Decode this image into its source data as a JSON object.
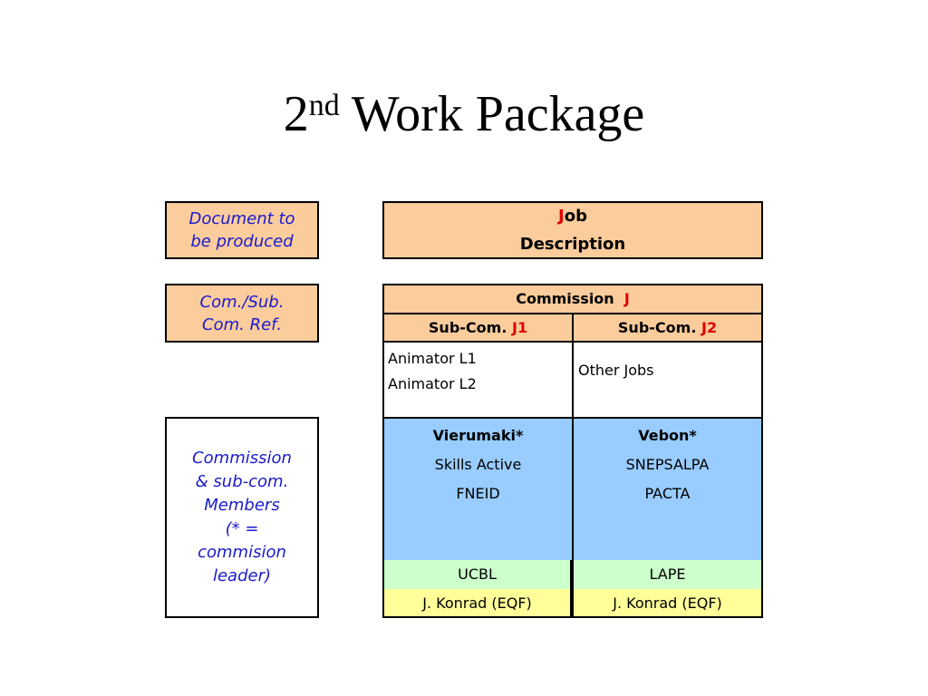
{
  "slide": {
    "title_number": "2",
    "title_sup": "nd",
    "title_rest": " Work Package"
  },
  "labels": {
    "document": "Document to\nbe produced",
    "comref": "Com./Sub.\nCom. Ref.",
    "members": "Commission\n& sub-com.\nMembers\n(* =\ncommision\nleader)"
  },
  "job": {
    "letter": "J",
    "rest": "ob",
    "line2": "Description"
  },
  "commission": {
    "label": "Commission",
    "code": "J"
  },
  "subcoms": [
    {
      "label": "Sub-Com.",
      "code": "J1",
      "jobs": [
        "Animator L1",
        "Animator L2"
      ],
      "leader": "Vierumaki*",
      "members": [
        "Skills Active",
        "FNEID"
      ],
      "green": "UCBL",
      "yellow": "J. Konrad (EQF)"
    },
    {
      "label": "Sub-Com.",
      "code": "J2",
      "jobs": [
        "Other Jobs"
      ],
      "leader": "Vebon*",
      "members": [
        "SNEPSALPA",
        "PACTA"
      ],
      "green": "LAPE",
      "yellow": "J. Konrad (EQF)"
    }
  ],
  "colors": {
    "peach": "#fbcc9c",
    "blue": "#99ccff",
    "green": "#ccffcc",
    "yellow": "#ffff99",
    "label_text": "#1a1acc",
    "code_red": "#e00000"
  }
}
